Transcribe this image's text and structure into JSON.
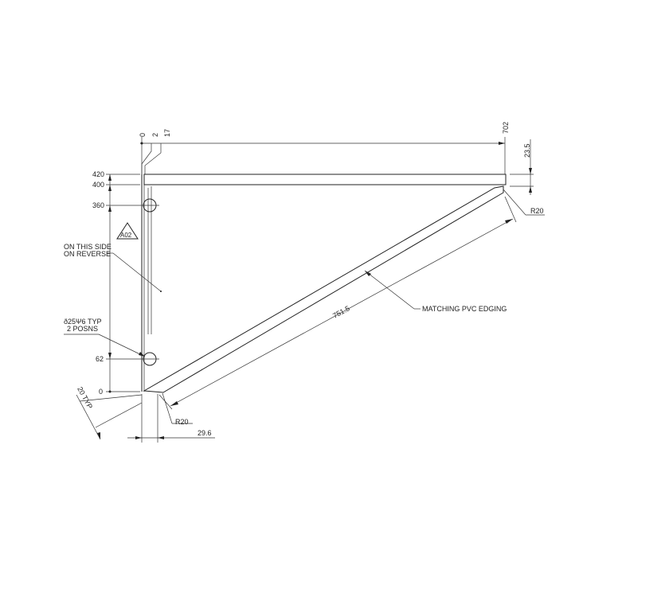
{
  "drawing": {
    "top_dims": {
      "d0": "0",
      "d2": "2",
      "d17": "17",
      "d702": "702"
    },
    "right_dims": {
      "thickness": "23.5",
      "radius_top": "R20"
    },
    "left_dims": {
      "d420": "420",
      "d400": "400",
      "d360": "360",
      "d62": "62",
      "d0": "0"
    },
    "marker": {
      "label": "A02"
    },
    "notes": {
      "side_line1": "ON THIS SIDE",
      "side_line2": "ON REVERSE",
      "hole_line1": "ð25Ψ6 TYP",
      "hole_line2": "2 POSNS",
      "edging": "MATCHING PVC EDGING"
    },
    "diagonal_dim": "751.5",
    "bottom_dims": {
      "radius_bottom": "R20",
      "offset": "29.6",
      "typ": "20 TYP"
    }
  }
}
